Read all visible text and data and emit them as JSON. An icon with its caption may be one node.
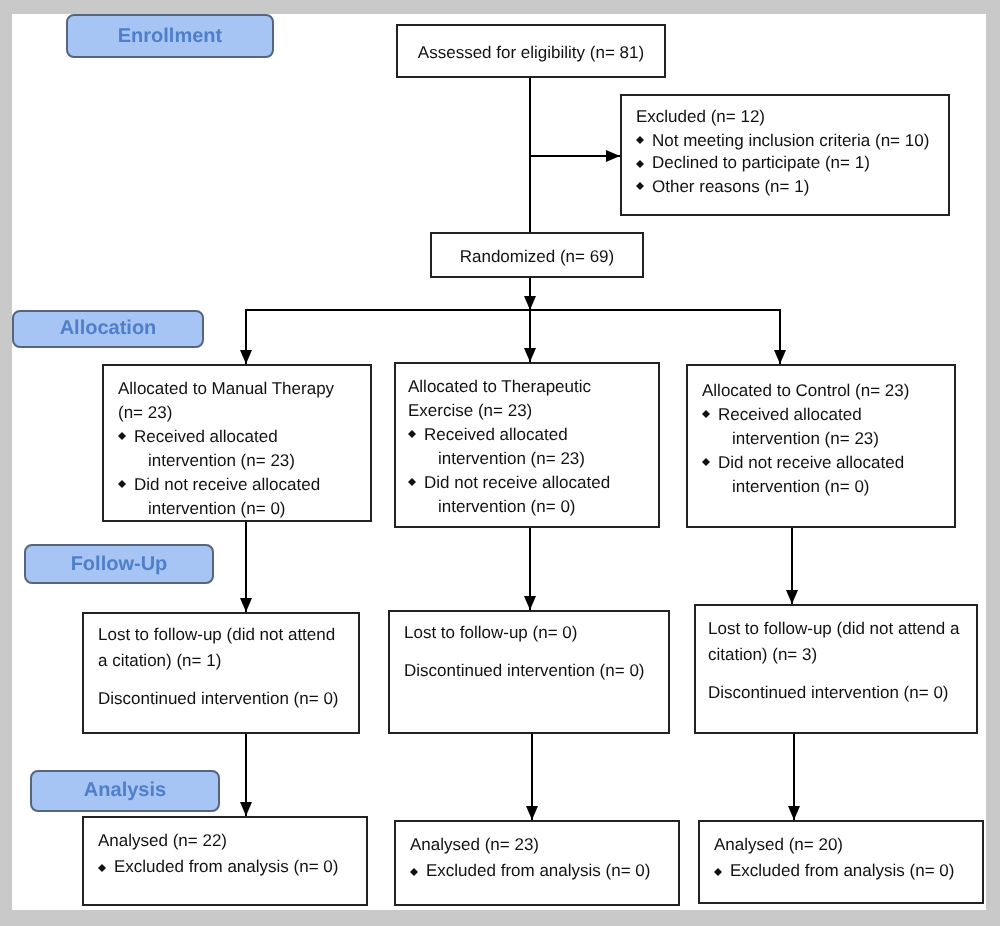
{
  "diagram": {
    "nodes": [
      {
        "text": [
          "Enrollment"
        ]
      },
      {
        "text": [
          "Assessed for eligibility (n= 81)"
        ]
      },
      {
        "text": [
          "Excluded (n= 12)",
          "Not meeting inclusion criteria (n= 10)",
          "Declined to participate (n= 1)",
          "Other reasons (n= 1)"
        ]
      },
      {
        "text": [
          "Randomized (n= 69)"
        ]
      },
      {
        "text": [
          "Allocation"
        ]
      },
      {
        "text": [
          "Allocated to Manual Therapy (n= 23)",
          "Received allocated intervention (n= 23)",
          "Did not receive allocated intervention (n= 0)"
        ]
      },
      {
        "text": [
          "Allocated to Therapeutic Exercise (n= 23)",
          "Received allocated intervention (n= 23)",
          "Did not receive allocated intervention (n= 0)"
        ]
      },
      {
        "text": [
          "Allocated to Control (n= 23)",
          "Received allocated intervention (n= 23)",
          "Did not receive allocated intervention (n= 0)"
        ]
      },
      {
        "text": [
          "Follow-Up"
        ]
      },
      {
        "text": [
          "Lost to follow-up (did not attend a citation) (n= 1)",
          "Discontinued intervention (n= 0)"
        ]
      },
      {
        "text": [
          "Lost to follow-up (n= 0)",
          "Discontinued intervention (n= 0)"
        ]
      },
      {
        "text": [
          "Lost to follow-up (did not attend a citation) (n= 3)",
          "Discontinued intervention (n= 0)"
        ]
      },
      {
        "text": [
          "Analysis"
        ]
      },
      {
        "text": [
          "Analysed (n= 22)",
          "Excluded from analysis (n= 0)"
        ]
      },
      {
        "text": [
          "Analysed (n= 23)",
          "Excluded from analysis (n= 0)"
        ]
      },
      {
        "text": [
          "Analysed (n= 20)",
          "Excluded from analysis (n= 0)"
        ]
      }
    ],
    "edges": [
      {
        "from": 1,
        "to": 3,
        "arrow": "none"
      },
      {
        "from": 1,
        "to": 2,
        "arrow": "to"
      },
      {
        "from": 3,
        "to": 5,
        "arrow": "to"
      },
      {
        "from": 3,
        "to": 6,
        "arrow": "to"
      },
      {
        "from": 3,
        "to": 7,
        "arrow": "to"
      },
      {
        "from": 5,
        "to": 9,
        "arrow": "to"
      },
      {
        "from": 6,
        "to": 10,
        "arrow": "to"
      },
      {
        "from": 7,
        "to": 11,
        "arrow": "to"
      },
      {
        "from": 9,
        "to": 13,
        "arrow": "to"
      },
      {
        "from": 10,
        "to": 14,
        "arrow": "to"
      },
      {
        "from": 11,
        "to": 15,
        "arrow": "to"
      }
    ]
  }
}
